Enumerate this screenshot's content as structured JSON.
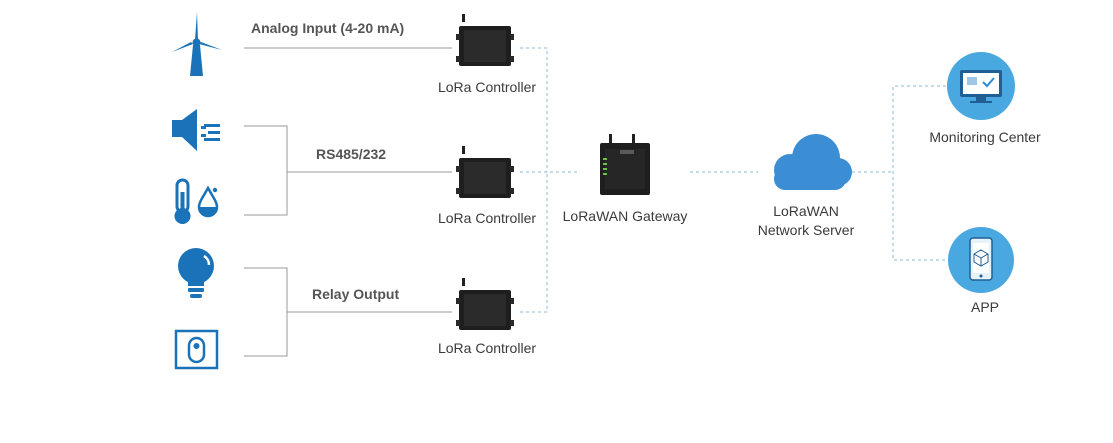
{
  "colors": {
    "icon_blue": "#1a73b8",
    "light_blue": "#4aa8e0",
    "line_gray": "#9a9a9a",
    "dash_blue": "#8ab8d8",
    "device_dark": "#1f1f1f"
  },
  "sensors": [
    {
      "icon": "wind-turbine-icon"
    },
    {
      "icon": "speaker-icon"
    },
    {
      "icon": "thermometer-humidity-icon"
    },
    {
      "icon": "light-bulb-icon"
    },
    {
      "icon": "wall-switch-icon"
    }
  ],
  "connections": {
    "analog": "Analog Input (4-20 mA)",
    "rs485": "RS485/232",
    "relay": "Relay Output"
  },
  "controllers": [
    {
      "label": "LoRa Controller"
    },
    {
      "label": "LoRa Controller"
    },
    {
      "label": "LoRa Controller"
    }
  ],
  "gateway": {
    "label": "LoRaWAN Gateway",
    "icon": "gateway-device-icon"
  },
  "server": {
    "line1": "LoRaWAN",
    "line2": "Network Server",
    "icon": "cloud-icon"
  },
  "endpoints": {
    "monitoring": {
      "label": "Monitoring Center",
      "icon": "monitor-icon"
    },
    "app": {
      "label": "APP",
      "icon": "smartphone-icon"
    }
  }
}
